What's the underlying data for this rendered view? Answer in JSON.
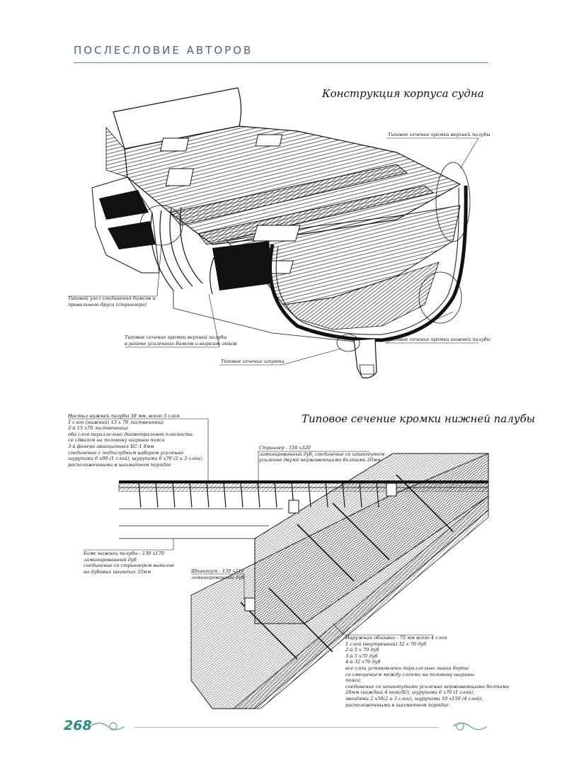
{
  "header": {
    "title": "ПОСЛЕСЛОВИЕ АВТОРОВ"
  },
  "figure1": {
    "title": "Конструкция корпуса судна",
    "labels": {
      "upper_deck": "Типовое сечение кромки верхней палубы",
      "lower_deck": "Типовое сечение кромки нижней палубы",
      "joint": [
        "Типовой узел соединения бимсов и",
        "привального бруса (стрингера)"
      ],
      "reinforced": [
        "Типовое сечение кромки верхней палубы",
        "в районе усиленных бимсов и вырезов люков"
      ],
      "shpunt": "Типовое сечение шпунта"
    }
  },
  "figure2": {
    "title": "Типовое сечение кромки нижней палубы",
    "deck_note": [
      "Настил нижней палубы 38 мм, всего 3 слоя",
      "1 слой (нижний)  15 х 70 лиственница",
      "2-й                    15 х70 лиственница",
      "оба слоя параллельно диаметральной плоскости.",
      "со сдвигом на половину ширины пояса",
      "3-й    фанера авиационная БС-1 8мм",
      "соединение с подпалубным набором усиленно",
      "шурупами 6 х80 (1 слой), шурупами 6 х70 (2 и 3 слои),",
      "расположенными в шахматном порядке"
    ],
    "stringer_note": [
      "Стрингер - 150 х320",
      "ламинированный дуб, соединение со шпангоутом",
      "усиленно двумя нержавеющими болтами 20мм"
    ],
    "beam_note": [
      "Бимс нижней палубы - 130 х170",
      "ламинированный дуб",
      "соединение со стрингером выполне",
      "на дубовых шкантах 33мм"
    ],
    "frame_note": [
      "Шпангоут - 130 х210",
      "ламинированный дуб"
    ],
    "planking_note": [
      "Наружная обшивка - 75 мм всего 4 слоя",
      "1 слой (внутренний)  32 х 70 дуб",
      "2-й                        5 х 70  дуб",
      "3-й                        5 х70   дуб",
      "4-й                       32 х70  дуб",
      "все слои  установлены параллельно линии борта",
      "со смещением между слоями на половину ширины",
      "пояса;",
      "соединение со шпангоутами усиленно нержавеющими болтами",
      " 20мм (каждый 4 пояс/Б/), шурупами 6 х70 (1 слой),",
      "гвоздями 2 х50(2 и 3 слои), шурупами 10 х150 (4 слой),",
      "расположенными в шахматном порядке"
    ]
  },
  "footer": {
    "page_number": "268"
  },
  "colors": {
    "header": "#4a6488",
    "page_number": "#2e8a86",
    "ink": "#111111"
  }
}
